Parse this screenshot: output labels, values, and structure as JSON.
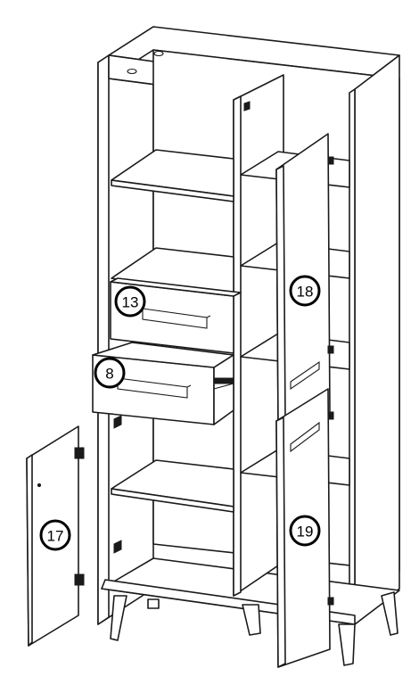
{
  "diagram": {
    "callouts": [
      {
        "id": "13",
        "label": "13"
      },
      {
        "id": "8",
        "label": "8"
      },
      {
        "id": "18",
        "label": "18"
      },
      {
        "id": "17",
        "label": "17"
      },
      {
        "id": "19",
        "label": "19"
      }
    ],
    "colors": {
      "line": "#1a1a1a",
      "background": "#ffffff"
    }
  }
}
